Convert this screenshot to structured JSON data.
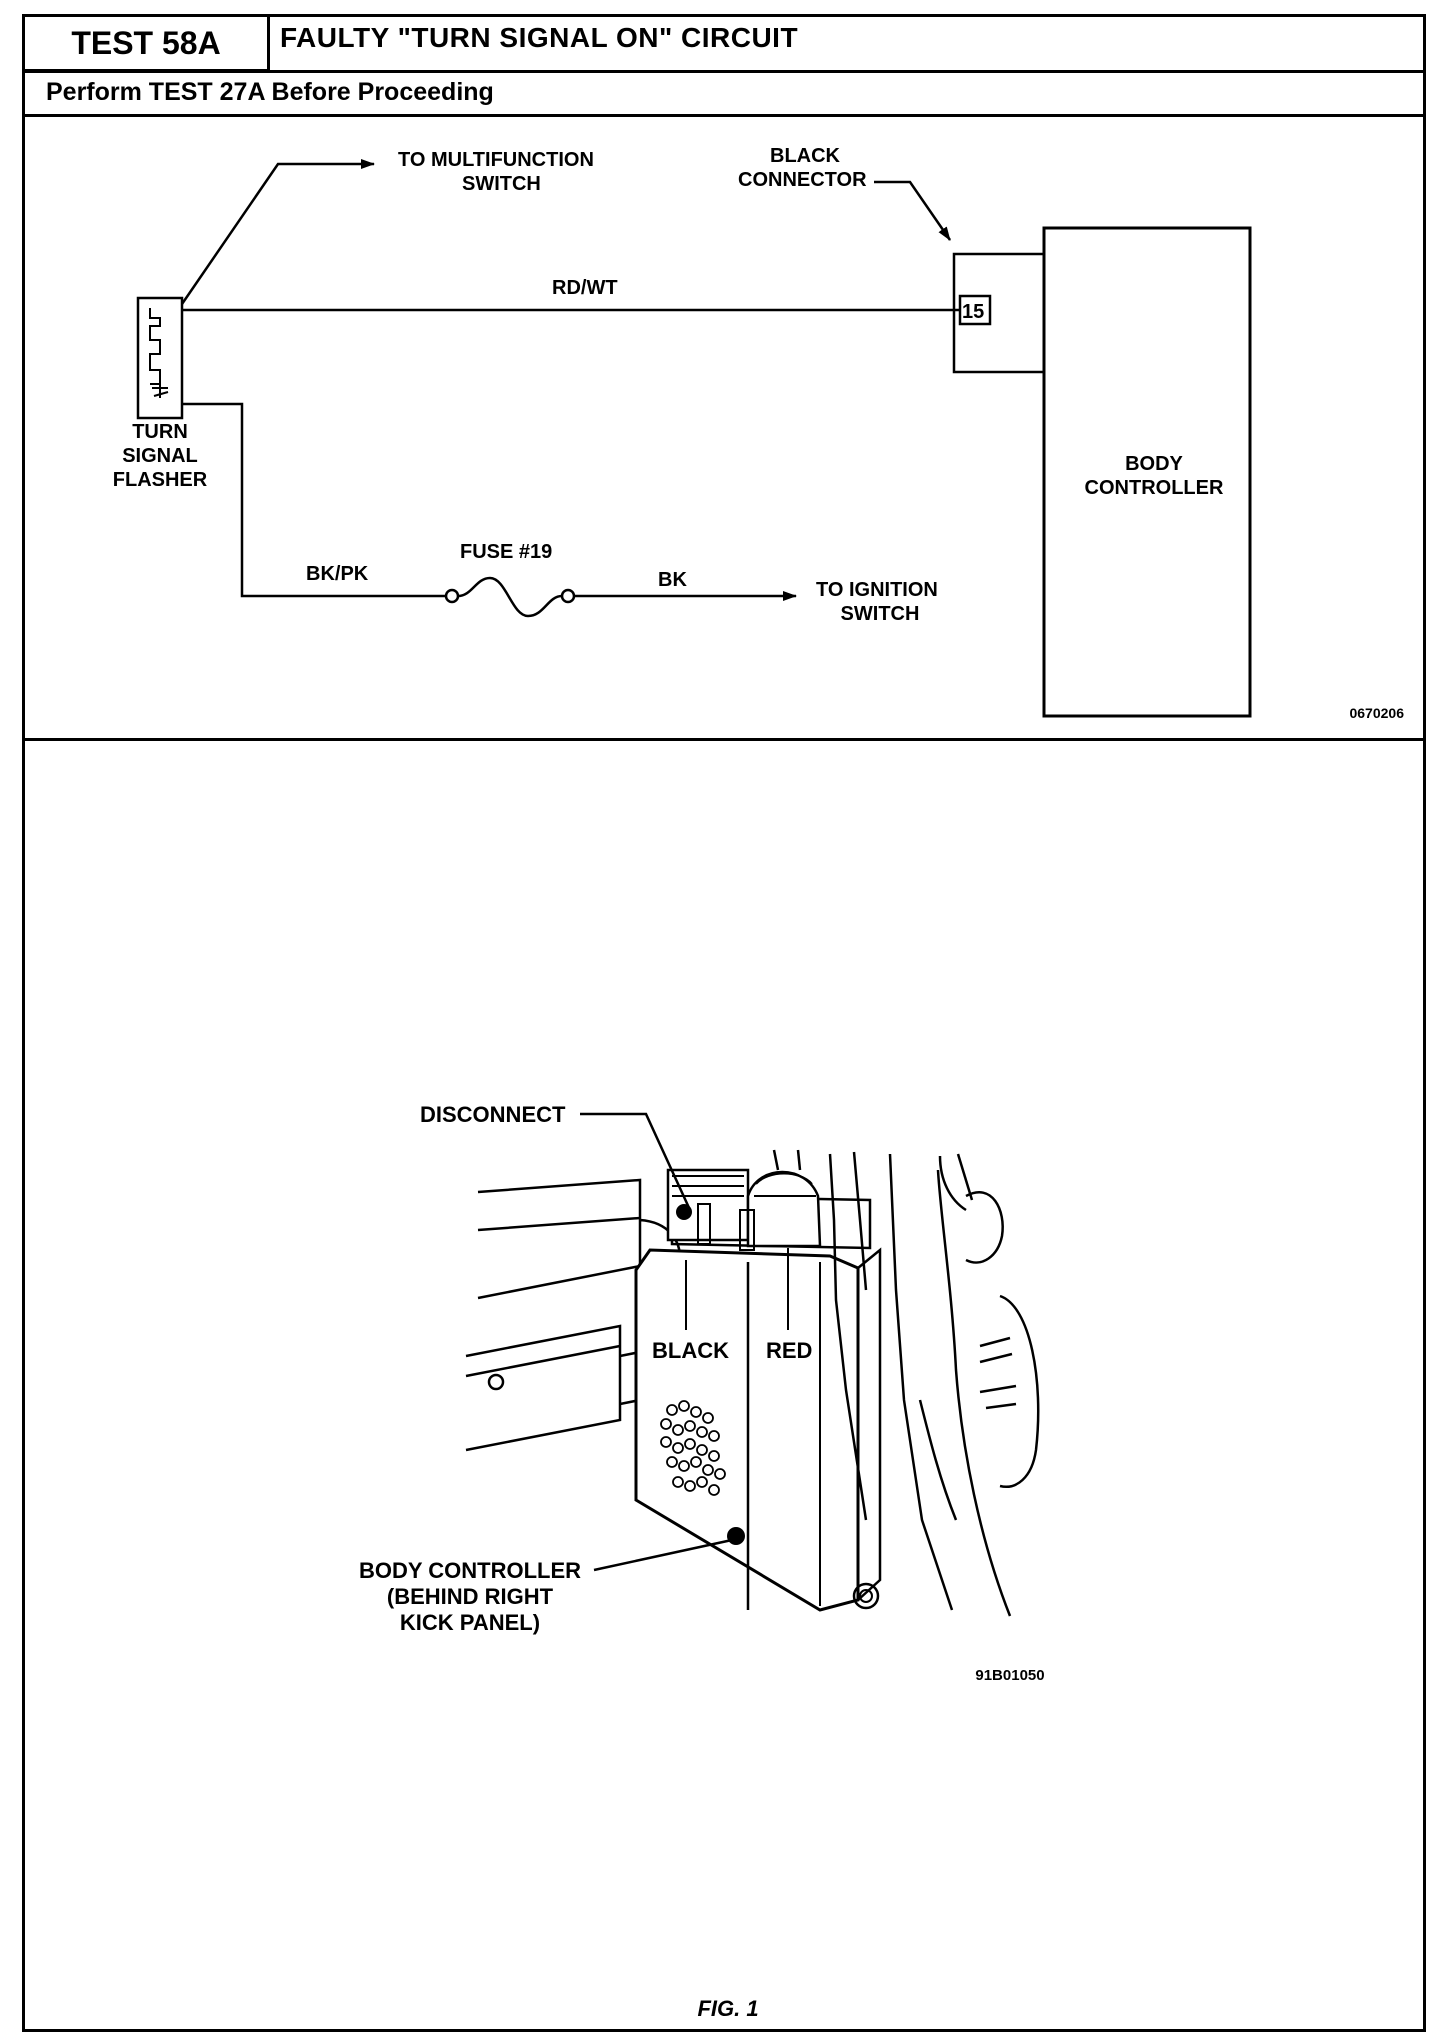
{
  "header": {
    "test_id": "TEST 58A",
    "title": "FAULTY \"TURN SIGNAL ON\" CIRCUIT",
    "subtitle": "Perform TEST 27A Before Proceeding"
  },
  "schematic": {
    "to_multifunction_line1": "TO MULTIFUNCTION",
    "to_multifunction_line2": "SWITCH",
    "black_connector_line1": "BLACK",
    "black_connector_line2": "CONNECTOR",
    "wire_rd_wt": "RD/WT",
    "pin_number": "15",
    "flasher_line1": "TURN",
    "flasher_line2": "SIGNAL",
    "flasher_line3": "FLASHER",
    "wire_bk_pk": "BK/PK",
    "fuse_label": "FUSE #19",
    "wire_bk": "BK",
    "to_ignition_line1": "TO IGNITION",
    "to_ignition_line2": "SWITCH",
    "body_controller_line1": "BODY",
    "body_controller_line2": "CONTROLLER",
    "figure_code": "0670206"
  },
  "illustration": {
    "disconnect": "DISCONNECT",
    "black": "BLACK",
    "red": "RED",
    "body_controller_line1": "BODY CONTROLLER",
    "body_controller_line2": "(BEHIND RIGHT",
    "body_controller_line3": "KICK PANEL)",
    "figure_code": "91B01050"
  },
  "figure_caption": "FIG. 1"
}
